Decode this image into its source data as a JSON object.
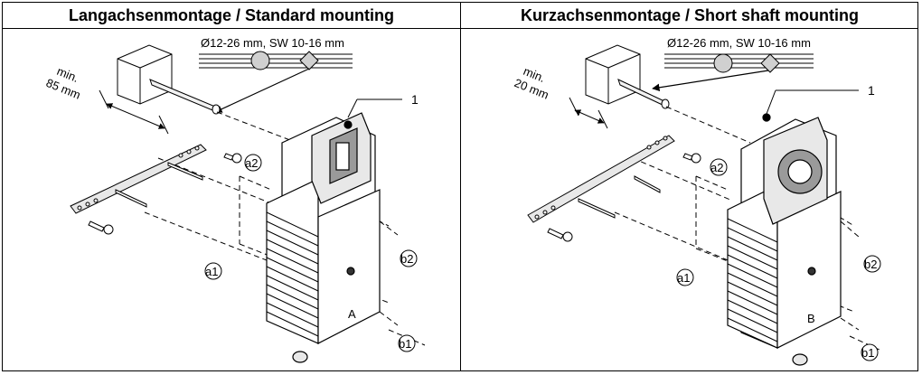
{
  "panels": [
    {
      "title": "Langachsenmontage / Standard mounting",
      "shaft_spec": "Ø12-26 mm, SW 10-16 mm",
      "min_label": "min.",
      "min_value": "85 mm",
      "callout": "1",
      "labels": {
        "a1": "a1",
        "a2": "a2",
        "b1": "b1",
        "b2": "b2"
      },
      "unit_letter": "A"
    },
    {
      "title": "Kurzachsenmontage / Short shaft mounting",
      "shaft_spec": "Ø12-26 mm, SW 10-16 mm",
      "min_label": "min.",
      "min_value": "20 mm",
      "callout": "1",
      "labels": {
        "a1": "a1",
        "a2": "a2",
        "b1": "b1",
        "b2": "b2"
      },
      "unit_letter": "B"
    }
  ],
  "colors": {
    "line": "#000000",
    "fill_light": "#e8e8e8",
    "fill_dark": "#9a9a9a",
    "background": "#ffffff"
  }
}
